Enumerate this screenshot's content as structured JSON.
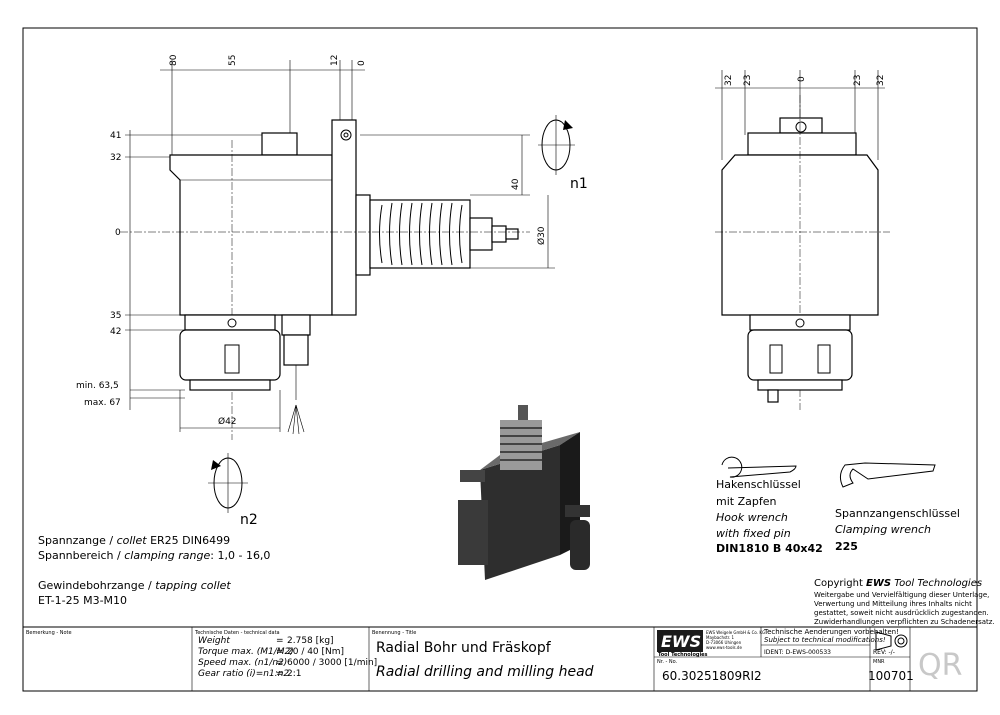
{
  "dimensions": {
    "top": [
      "80",
      "55",
      "12",
      "0"
    ],
    "left": [
      "41",
      "32",
      "0",
      "35",
      "42"
    ],
    "min_label": "min. 63,5",
    "max_label": "max. 67",
    "d42": "Ø42",
    "d30": "Ø30",
    "h40": "40",
    "right_top": [
      "32",
      "23",
      "0",
      "23",
      "32"
    ],
    "n1": "n1",
    "n2": "n2"
  },
  "notes": {
    "collet": [
      "Spannzange / ",
      "collet",
      "  ER25   DIN6499"
    ],
    "range": [
      "Spannbereich / ",
      "clamping range",
      ": 1,0 - 16,0"
    ],
    "tap_line1": [
      "Gewindebohrzange / ",
      "tapping collet"
    ],
    "tap_line2": "ET-1-25   M3-M10"
  },
  "tools": {
    "hook": [
      "Hakenschlüssel",
      "mit Zapfen",
      "Hook wrench",
      "with fixed pin",
      "DIN1810 B 40x42"
    ],
    "clamp": [
      "Spannzangenschlüssel",
      "Clamping wrench",
      "225"
    ]
  },
  "copyright": {
    "title_prefix": "Copyright ",
    "brand": "EWS",
    "title_suffix": " Tool Technologies",
    "lines": [
      "Weitergabe und Vervielfältigung dieser Unterlage,",
      "Verwertung und Mitteilung ihres Inhalts nicht",
      "gestattet, soweit nicht ausdrücklich zugestanden.",
      "Zuwiderhandlungen verpflichten zu Schadenersatz."
    ]
  },
  "title_block": {
    "note_label": "Bemerkung - Note",
    "tech_label": "Technische Daten - technical data",
    "tech_rows": [
      [
        "Weight",
        "=",
        "2.758 [kg]"
      ],
      [
        "Torque max. (M1/M2)",
        "=",
        "20 / 40 [Nm]"
      ],
      [
        "Speed max. (n1/n2)",
        "=",
        "6000 / 3000 [1/min]"
      ],
      [
        "Gear ratio  (i)=n1:n2",
        "=",
        "2:1"
      ]
    ],
    "title_label": "Benennung - Title",
    "title_de": "Radial Bohr und Fräskopf",
    "title_en": "Radial drilling and milling head",
    "company_logo": "EWS",
    "company_sub": "Tool Technologies",
    "company_addr": [
      "EWS Weigele GmbH & Co. KG",
      "Maybachstr. 1",
      "D-73066 Uhingen",
      "www.ews-tools.de"
    ],
    "changes_de": "Technische Aenderungen vorbehalten!",
    "changes_en": "Subject to technical modifications!",
    "ident": "IDENT:  D-EWS-000533",
    "rev": "REV:  -/-",
    "nr_label": "Nr. - No.",
    "nr": "60.30251809RI2",
    "mnr_label": "MNR",
    "mnr": "100701",
    "qr": "QR"
  }
}
